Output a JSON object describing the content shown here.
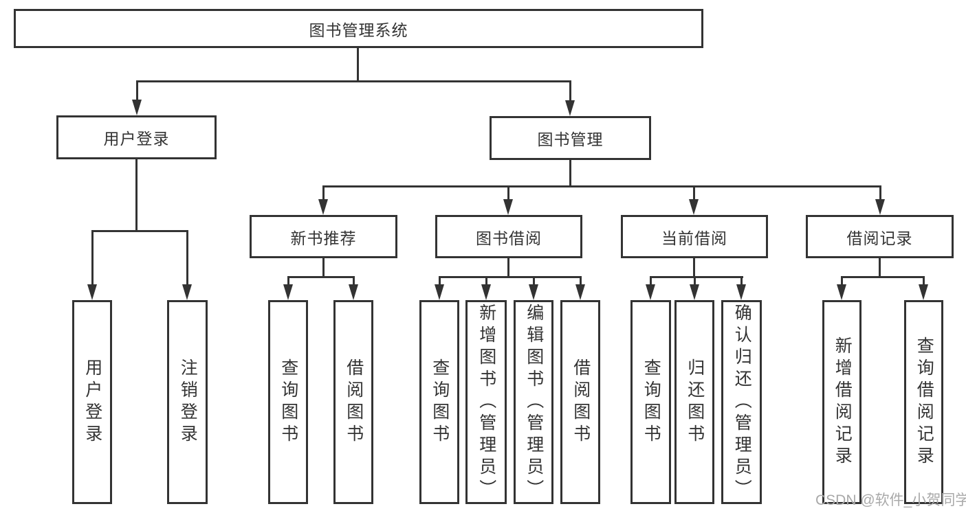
{
  "diagram": {
    "title": "图书管理系统",
    "level2": [
      {
        "label": "用户登录"
      },
      {
        "label": "图书管理"
      }
    ],
    "level3": [
      {
        "label": "新书推荐"
      },
      {
        "label": "图书借阅"
      },
      {
        "label": "当前借阅"
      },
      {
        "label": "借阅记录"
      }
    ],
    "leaves": [
      {
        "label": "用户登录"
      },
      {
        "label": "注销登录"
      },
      {
        "label": "查询图书"
      },
      {
        "label": "借阅图书"
      },
      {
        "label": "查询图书"
      },
      {
        "label": "新增图书（管理员）"
      },
      {
        "label": "编辑图书（管理员）"
      },
      {
        "label": "借阅图书"
      },
      {
        "label": "查询图书"
      },
      {
        "label": "归还图书"
      },
      {
        "label": "确认归还（管理员）"
      },
      {
        "label": "新增借阅记录"
      },
      {
        "label": "查询借阅记录"
      }
    ],
    "line_color": "#333333"
  },
  "watermark": {
    "text": "CSDN @软件_小贺同学"
  }
}
